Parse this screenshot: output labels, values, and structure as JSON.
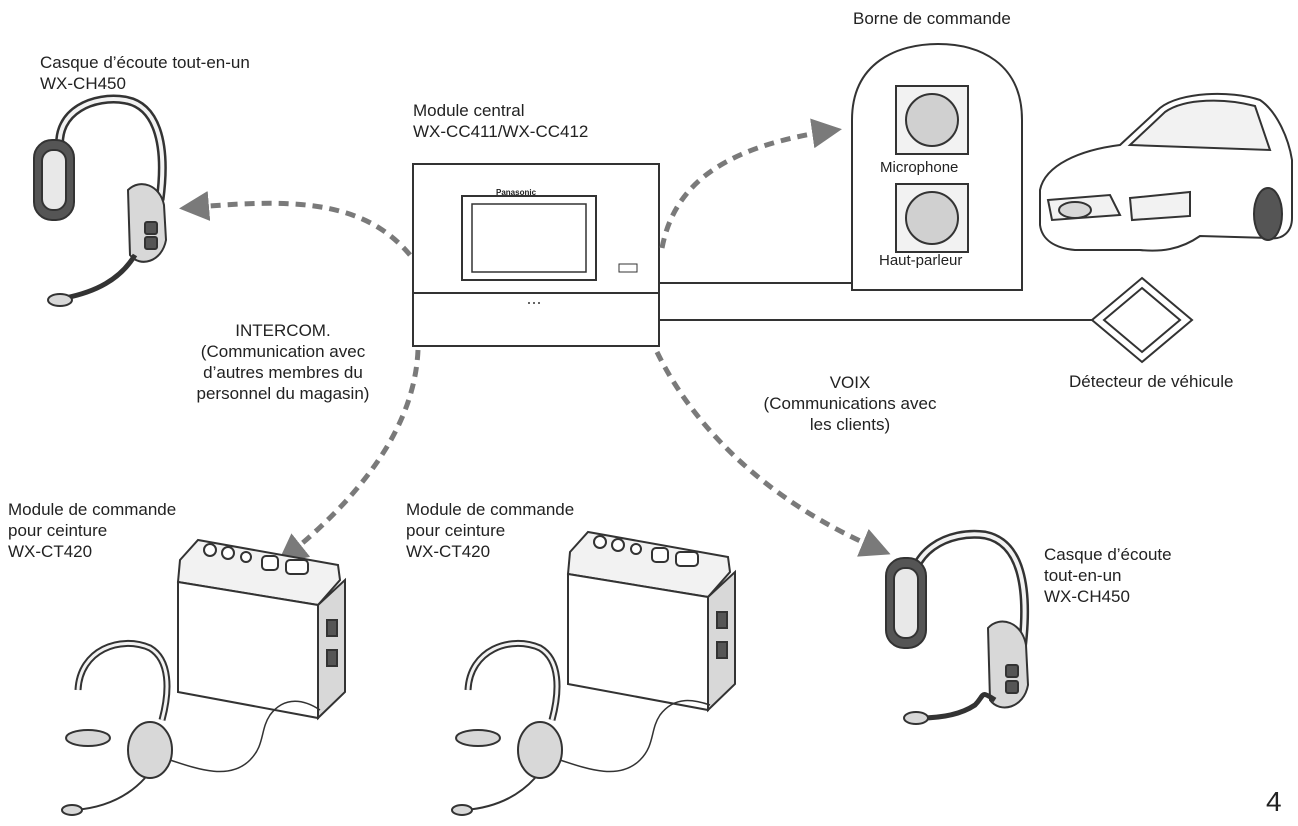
{
  "labels": {
    "headset_top": [
      "Casque d’écoute tout-en-un",
      "WX-CH450"
    ],
    "central": [
      "Module central",
      "WX-CC411/WX-CC412"
    ],
    "order_post": "Borne de commande",
    "microphone": "Microphone",
    "speaker": "Haut-parleur",
    "vehicle_detector": "Détecteur de véhicule",
    "intercom": [
      "INTERCOM.",
      "(Communication avec",
      "d’autres membres du",
      "personnel du magasin)"
    ],
    "voice": [
      "VOIX",
      "(Communications avec",
      "les clients)"
    ],
    "belt_left": [
      "Module de commande",
      "pour ceinture",
      "WX-CT420"
    ],
    "belt_mid": [
      "Module de commande",
      "pour ceinture",
      "WX-CT420"
    ],
    "headset_right": [
      "Casque d’écoute",
      "tout-en-un",
      "WX-CH450"
    ],
    "central_brand": "Panasonic"
  },
  "page_number": "4",
  "colors": {
    "line": "#333333",
    "arrow": "#7a7a7a",
    "fill_light": "#f2f2f2",
    "fill_mid": "#d8d8d8",
    "fill_dark": "#555555"
  },
  "icons": [
    "headset-icon",
    "central-module-icon",
    "order-post-icon",
    "car-icon",
    "vehicle-detector-icon",
    "belt-pack-icon",
    "wired-headset-icon"
  ]
}
